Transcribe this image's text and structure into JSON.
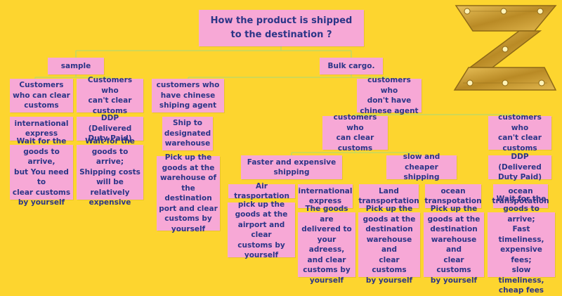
{
  "title": "How the product is shipped\nto the destination ?",
  "branches": {
    "sample": "sample",
    "bulk": "Bulk cargo."
  },
  "sample": {
    "clear": {
      "who": "Customers\nwho can clear\ncustoms",
      "method": "international\nexpress",
      "desc": "Wait for the\ngoods to arrive,\nbut You need to\nclear customs\nby yourself"
    },
    "cant_clear": {
      "who": "Customers who\ncan't clear\ncustoms",
      "method": "DDP (Delivered\nDuty Paid)",
      "desc": "Wait for the\ngoods to arrive;\nShipping costs\nwill be relatively\nexpensive"
    }
  },
  "bulk": {
    "agent": {
      "who": "customers who\nhave  chinese\nshiping agent",
      "method": "Ship to\ndesignated\nwarehouse",
      "desc": "Pick up the\ngoods at the\nwarehouse of\nthe destination\nport and clear\ncustoms by\nyourself"
    },
    "no_agent": {
      "who": "customers who\ndon't have\nchinese agent",
      "clear": {
        "who": "customers who\ncan clear\ncustoms",
        "fast": {
          "label": "Faster and expensive\nshipping",
          "air": {
            "method": "Air trasportation",
            "desc": "pick up the\ngoods at the\nairport and clear\ncustoms by\nyourself"
          },
          "express": {
            "method": "international\nexpress",
            "desc": "The goods are\ndelivered to\nyour adreess,\nand clear\ncustoms by\nyourself"
          }
        },
        "slow": {
          "label": "slow and\ncheaper shipping",
          "land": {
            "method": "Land\ntransportation",
            "desc": "Pick up the\ngoods at the\ndestination\nwarehouse and\nclear customs\nby yourself"
          },
          "ocean": {
            "method": "ocean\ntranspotation",
            "desc": "Pick up the\ngoods at the\ndestination\nwarehouse and\nclear customs\nby yourself"
          }
        }
      },
      "cant_clear": {
        "who": "customers who\ncan't clear\ncustoms",
        "method": "DDP (Delivered\nDuty Paid)",
        "transport": "ocean\ntranspotation",
        "desc": "Wait for the\ngoods to arrive;\nFast timeliness,\nexpensive fees;\nslow timeliness,\ncheap fees"
      }
    }
  },
  "colors": {
    "background": "#fdd52f",
    "node": "#f7a8d6",
    "text": "#2b3587",
    "connector": "#b7d96a",
    "logo": "#d8ad3a"
  },
  "logo": {
    "icon": "gold-z-logo-icon"
  }
}
